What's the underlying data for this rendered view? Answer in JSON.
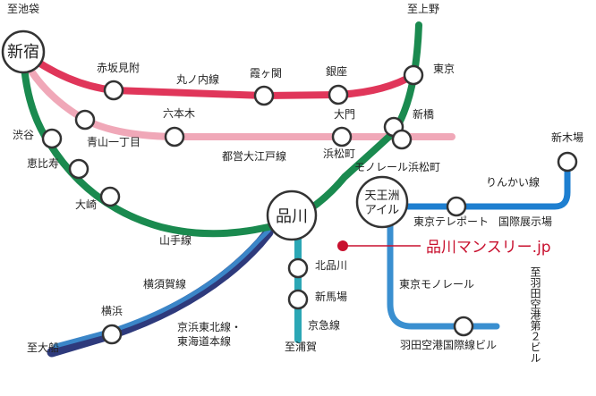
{
  "brand": {
    "name": "品川マンスリー",
    "suffix": ".jp",
    "color": "#c8102e"
  },
  "lines": {
    "yamanote": {
      "name": "山手線",
      "color": "#1a8a4f"
    },
    "marunouchi": {
      "name": "丸ノ内線",
      "color": "#e0365a"
    },
    "oedo": {
      "name": "都営大江戸線",
      "color": "#f0a8b8"
    },
    "yokosuka": {
      "name": "横須賀線",
      "color": "#2e3a7c"
    },
    "keihin_tokaido": {
      "name": "京浜東北線・\n東海道本線",
      "name_1": "京浜東北線・",
      "name_2": "東海道本線",
      "color": "#3b86c8"
    },
    "keikyu": {
      "name": "京急線",
      "color": "#2ba7b5"
    },
    "monorail": {
      "name": "東京モノレール",
      "color": "#3a8fd0"
    },
    "rinkai": {
      "name": "りんかい線",
      "color": "#1e7fd0"
    }
  },
  "stations": {
    "shinjuku": "新宿",
    "shinagawa": "品川",
    "tennozu_1": "天王洲",
    "tennozu_2": "アイル",
    "akasaka_mitsuke": "赤坂見附",
    "kasumigaseki": "霞ヶ関",
    "ginza": "銀座",
    "tokyo": "東京",
    "roppongi": "六本木",
    "daimon": "大門",
    "shimbashi": "新橋",
    "aoyama_itchome": "青山一丁目",
    "shibuya": "渋谷",
    "ebisu": "恵比寿",
    "osaki": "大崎",
    "hamamatsucho": "浜松町",
    "monorail_hamamatsucho": "モノレール浜松町",
    "shin_kiba": "新木場",
    "tokyo_teleport": "東京テレポート",
    "kokusai_tenjijo": "国際展示場",
    "kita_shinagawa": "北品川",
    "shimbamba": "新馬場",
    "yokohama": "横浜",
    "haneda_intl": "羽田空港国際線ビル"
  },
  "directions": {
    "ikebukuro": "至池袋",
    "ueno": "至上野",
    "ofuna": "至大船",
    "uraga": "至浦賀",
    "haneda_t2": "至羽田空港第２ビル"
  }
}
